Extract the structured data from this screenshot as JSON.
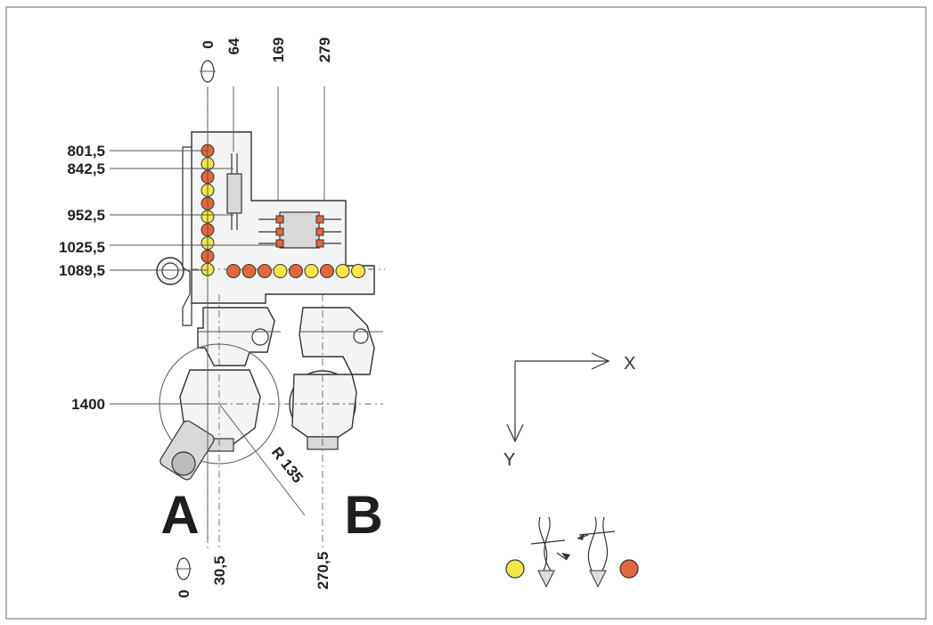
{
  "labels": {
    "left_dims": [
      "801,5",
      "842,5",
      "952,5",
      "1025,5",
      "1089,5",
      "1400"
    ],
    "top_dims": [
      "0",
      "64",
      "169",
      "279"
    ],
    "bottom_dims": [
      "0",
      "30,5",
      "270,5"
    ],
    "radius": "R 135",
    "head_a": "A",
    "head_b": "B",
    "axis_x": "X",
    "axis_y": "Y"
  },
  "colors": {
    "yellow": "#f2e64a",
    "orange": "#e2673c",
    "line": "#333333"
  },
  "spindles": {
    "vertical_column": [
      "orange",
      "yellow",
      "orange",
      "yellow",
      "orange",
      "yellow",
      "orange",
      "yellow",
      "orange",
      "yellow"
    ],
    "horizontal_row": [
      "orange",
      "orange",
      "orange",
      "yellow",
      "orange",
      "yellow",
      "orange",
      "yellow",
      "yellow"
    ]
  }
}
